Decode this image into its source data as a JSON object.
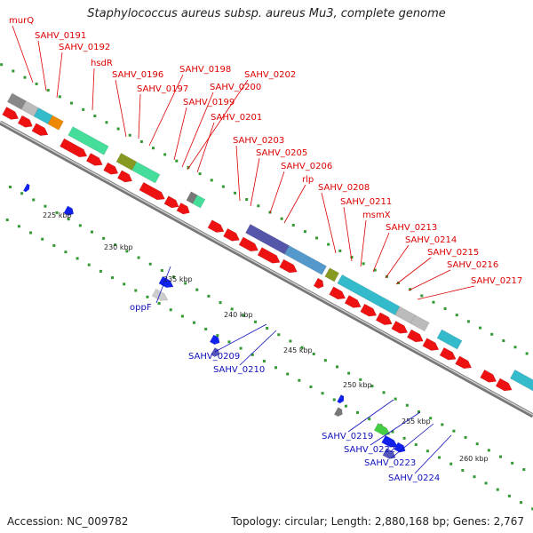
{
  "title": "Staphylococcus aureus subsp. aureus Mu3, complete genome",
  "footer": {
    "accession": "Accession: NC_009782",
    "topology": "Topology: circular; Length: 2,880,168 bp; Genes: 2,767"
  },
  "colors": {
    "forward_cds": "#ee1111",
    "reverse_cds": "#1122ee",
    "forward_label": "#dd0000",
    "reverse_label": "#1010bb",
    "backbone": "#888888",
    "tick": "#339933"
  },
  "scale_labels": [
    "225 kbp",
    "230 kbp",
    "235 kbp",
    "240 kbp",
    "245 kbp",
    "250 kbp",
    "255 kbp",
    "260 kbp"
  ],
  "forward_gene_labels": [
    "murQ",
    "SAHV_0191",
    "SAHV_0192",
    "hsdR",
    "SAHV_0196",
    "SAHV_0197",
    "SAHV_0198",
    "SAHV_0199",
    "SAHV_0200",
    "SAHV_0202",
    "SAHV_0201",
    "SAHV_0203",
    "SAHV_0205",
    "SAHV_0206",
    "rlp",
    "SAHV_0208",
    "SAHV_0211",
    "msmX",
    "SAHV_0213",
    "SAHV_0214",
    "SAHV_0215",
    "SAHV_0216",
    "SAHV_0217"
  ],
  "reverse_gene_labels": [
    "oppF",
    "SAHV_0209",
    "SAHV_0210",
    "SAHV_0219",
    "SAHV_0222",
    "SAHV_0223",
    "SAHV_0224"
  ]
}
